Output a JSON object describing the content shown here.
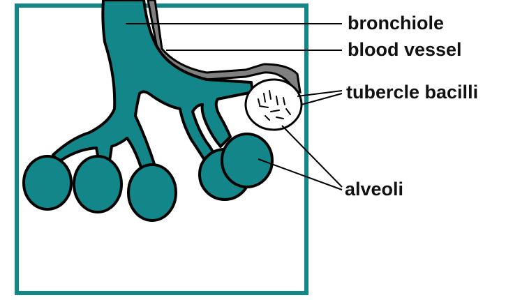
{
  "diagram": {
    "labels": {
      "bronchiole": "bronchiole",
      "blood_vessel": "blood vessel",
      "tubercle_bacilli": "tubercle bacilli",
      "alveoli": "alveoli"
    },
    "colors": {
      "airway_fill": "#13868a",
      "outline": "#000000",
      "blood_vessel": "#808080",
      "frame": "#13868a",
      "marker": "#e0201a",
      "bacilli_cell_fill": "#ffffff"
    }
  }
}
